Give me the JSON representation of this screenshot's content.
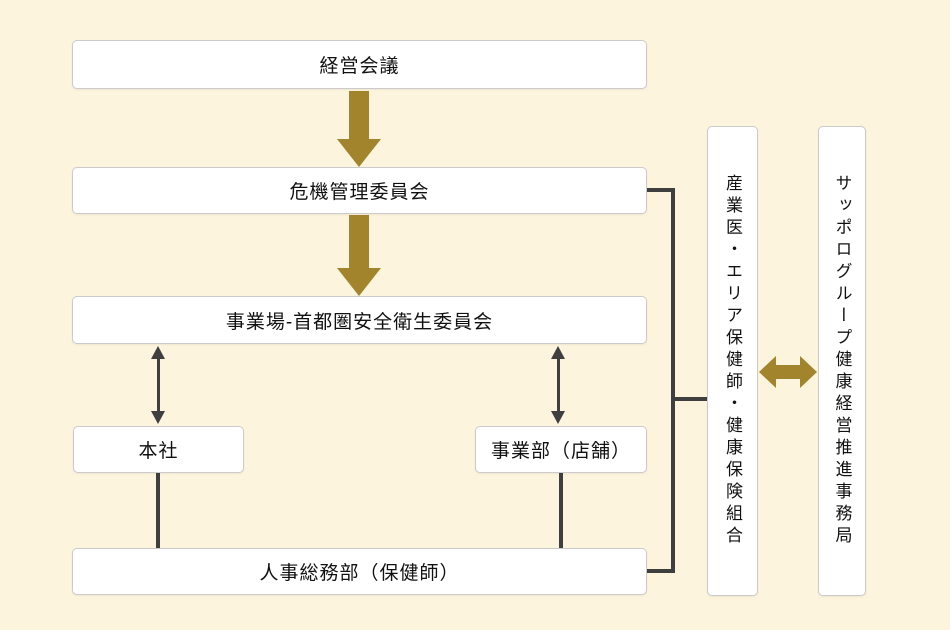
{
  "diagram": {
    "title": "organizational-health-management-chart",
    "nodes": {
      "management_meeting": "経営会議",
      "crisis_management_committee": "危機管理委員会",
      "site_safety_committee": "事業場-首都圏安全衛生委員会",
      "head_office": "本社",
      "business_division_stores": "事業部（店舗）",
      "hr_general_affairs": "人事総務部（保健師）",
      "occupational_physician_group": "産業医・エリア保健師・健康保険組合",
      "sapporo_group_office": "サッポログループ健康経営推進事務局"
    },
    "colors": {
      "background": "#FCF4DC",
      "box_fill": "#FFFFFF",
      "box_border": "#CBCBCB",
      "gold_arrow": "#A1842C",
      "connector_line": "#3F3F3F",
      "text": "#111111"
    }
  }
}
